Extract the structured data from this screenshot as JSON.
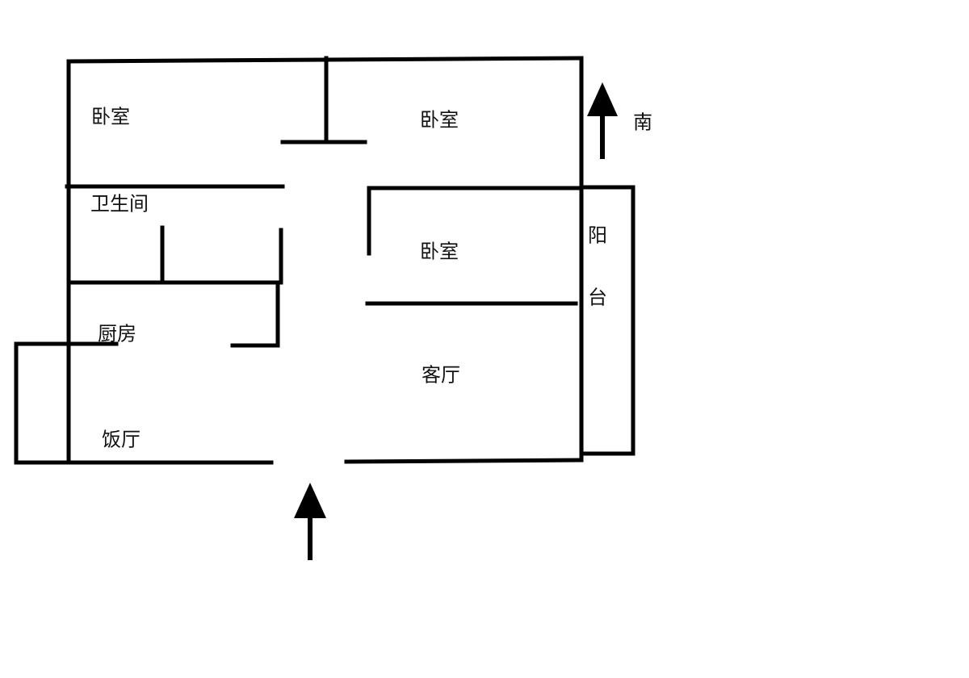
{
  "floor_plan": {
    "rooms": {
      "bedroom_nw": "卧室",
      "bedroom_ne": "卧室",
      "bathroom": "卫生间",
      "bedroom_mid": "卧室",
      "kitchen": "厨房",
      "living_room": "客厅",
      "dining_room": "饭厅"
    },
    "balcony": {
      "char1": "阳",
      "char2": "台"
    },
    "direction_label": "南",
    "wall_color": "#000000"
  }
}
